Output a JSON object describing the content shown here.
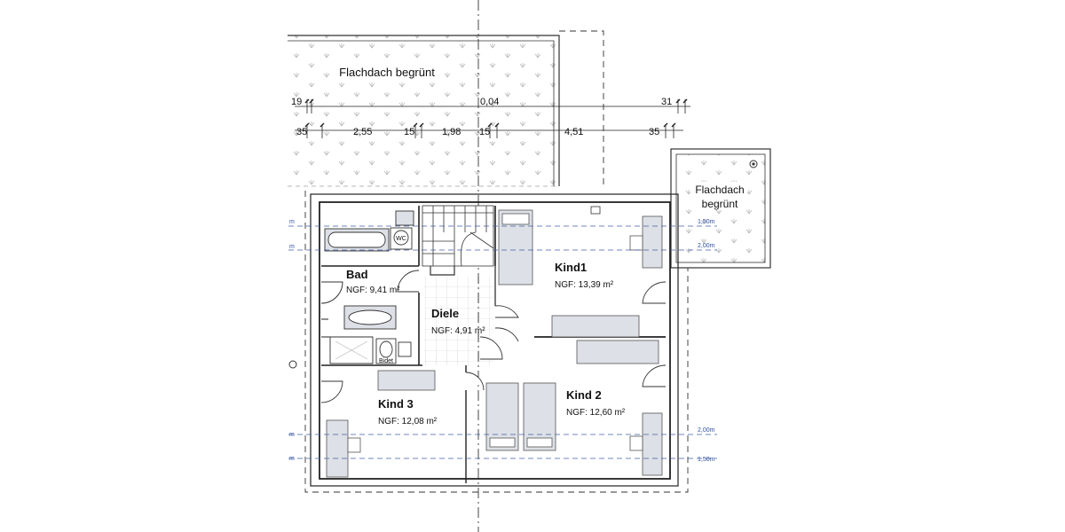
{
  "roofs": {
    "left_label": "Flachdach begrünt",
    "right_label_line1": "Flachdach",
    "right_label_line2": "begrünt"
  },
  "dimensions": {
    "row1": [
      "19",
      "0,04",
      "31"
    ],
    "row2": [
      "35",
      "2,55",
      "15",
      "1,98",
      "15",
      "4,51",
      "35"
    ]
  },
  "rooms": {
    "bad": {
      "name": "Bad",
      "area": "NGF: 9,41 m²"
    },
    "diele": {
      "name": "Diele",
      "area": "NGF: 4,91 m²"
    },
    "kind1": {
      "name": "Kind1",
      "area": "NGF: 13,39 m²"
    },
    "kind2": {
      "name": "Kind 2",
      "area": "NGF: 12,60 m²"
    },
    "kind3": {
      "name": "Kind 3",
      "area": "NGF: 12,08 m²"
    }
  },
  "fixtures": {
    "wc": "WC",
    "bidet": "Bidet"
  },
  "height_lines": {
    "h150": "1,50m",
    "h200": "2,00m",
    "m": "m"
  }
}
